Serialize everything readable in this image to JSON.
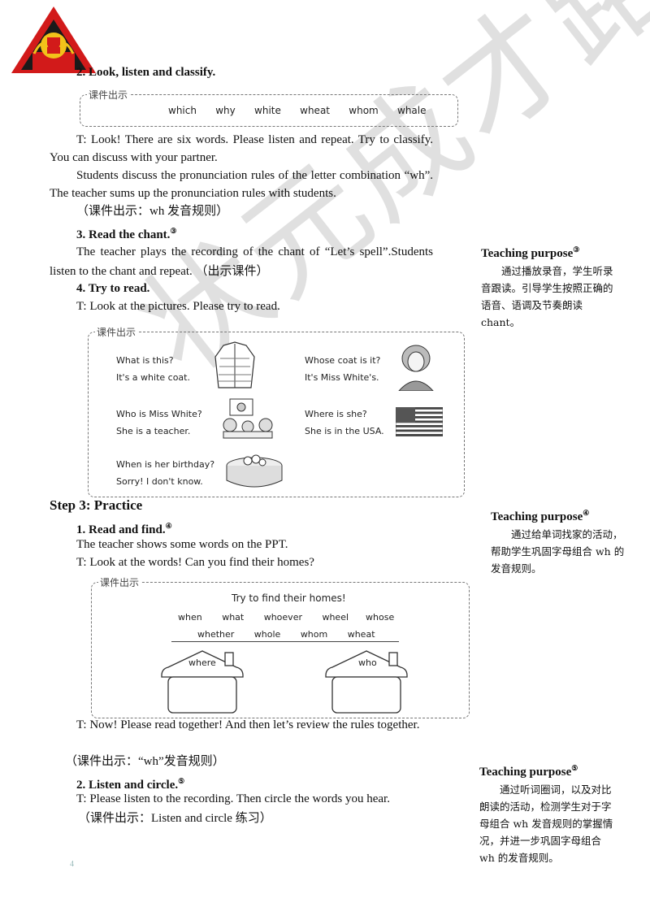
{
  "section2": {
    "heading": "2. Look, listen and classify.",
    "box_label": "课件出示",
    "words": [
      "which",
      "why",
      "white",
      "wheat",
      "whom",
      "whale"
    ],
    "para1": "T: Look! There are six words. Please listen and repeat. Try to classify. You can discuss with your partner.",
    "para2": "Students discuss the pronunciation rules of the letter combination “wh”. The teacher sums up the pronunciation rules with students.",
    "note": "（课件出示：wh 发音规则）"
  },
  "section3": {
    "heading": "3. Read the chant.",
    "sup": "③",
    "para": "The teacher plays the recording of the chant of “Let’s spell”.Students listen to the chant and repeat. （出示课件）"
  },
  "section4": {
    "heading": "4.  Try to read.",
    "para": "T: Look at the pictures. Please try to read.",
    "box_label": "课件出示",
    "items": [
      {
        "q": "What is this?",
        "a": "It's a white coat."
      },
      {
        "q": "Whose coat is it?",
        "a": "It's Miss White's."
      },
      {
        "q": "Who is Miss White?",
        "a": "She is a teacher."
      },
      {
        "q": "Where is she?",
        "a": "She is in the USA."
      },
      {
        "q": "When is her birthday?",
        "a": "Sorry! I don't know."
      }
    ]
  },
  "step3": {
    "heading": "Step  3:  Practice",
    "sub1_heading": "1.  Read  and  find.",
    "sub1_sup": "④",
    "sub1_p1": "The teacher shows some words on the PPT.",
    "sub1_p2": "T: Look at the words! Can you find their homes?",
    "box_label": "课件出示",
    "box_title": "Try to find their homes!",
    "row1": [
      "when",
      "what",
      "whoever",
      "wheel",
      "whose"
    ],
    "row2": [
      "whether",
      "whole",
      "whom",
      "wheat"
    ],
    "house1": "where",
    "house2": "who",
    "p3": "T: Now! Please read together! And then let’s review the rules together.",
    "note": "（课件出示：“wh”发音规则）",
    "sub2_heading": "2.  Listen and circle.",
    "sub2_sup": "⑤",
    "sub2_p": "T: Please listen to the recording. Then circle the words you hear.",
    "sub2_note": "（课件出示：Listen  and  circle 练习）"
  },
  "sidebar": {
    "tp3_title": "Teaching purpose",
    "tp3_sup": "③",
    "tp3_text": "通过播放录音，学生听录音跟读。引导学生按照正确的语音、语调及节奏朗读 chant。",
    "tp4_title": "Teaching purpose",
    "tp4_sup": "④",
    "tp4_text": "通过给单词找家的活动，帮助学生巩固字母组合 wh 的发音规则。",
    "tp5_title": "Teaching purpose",
    "tp5_sup": "⑤",
    "tp5_text": "通过听词圈词，以及对比朗读的活动，检测学生对于字母组合 wh 发音规则的掌握情况，并进一步巩固字母组合 wh 的发音规则。"
  },
  "page_number": "4",
  "watermark": "状元成才路"
}
